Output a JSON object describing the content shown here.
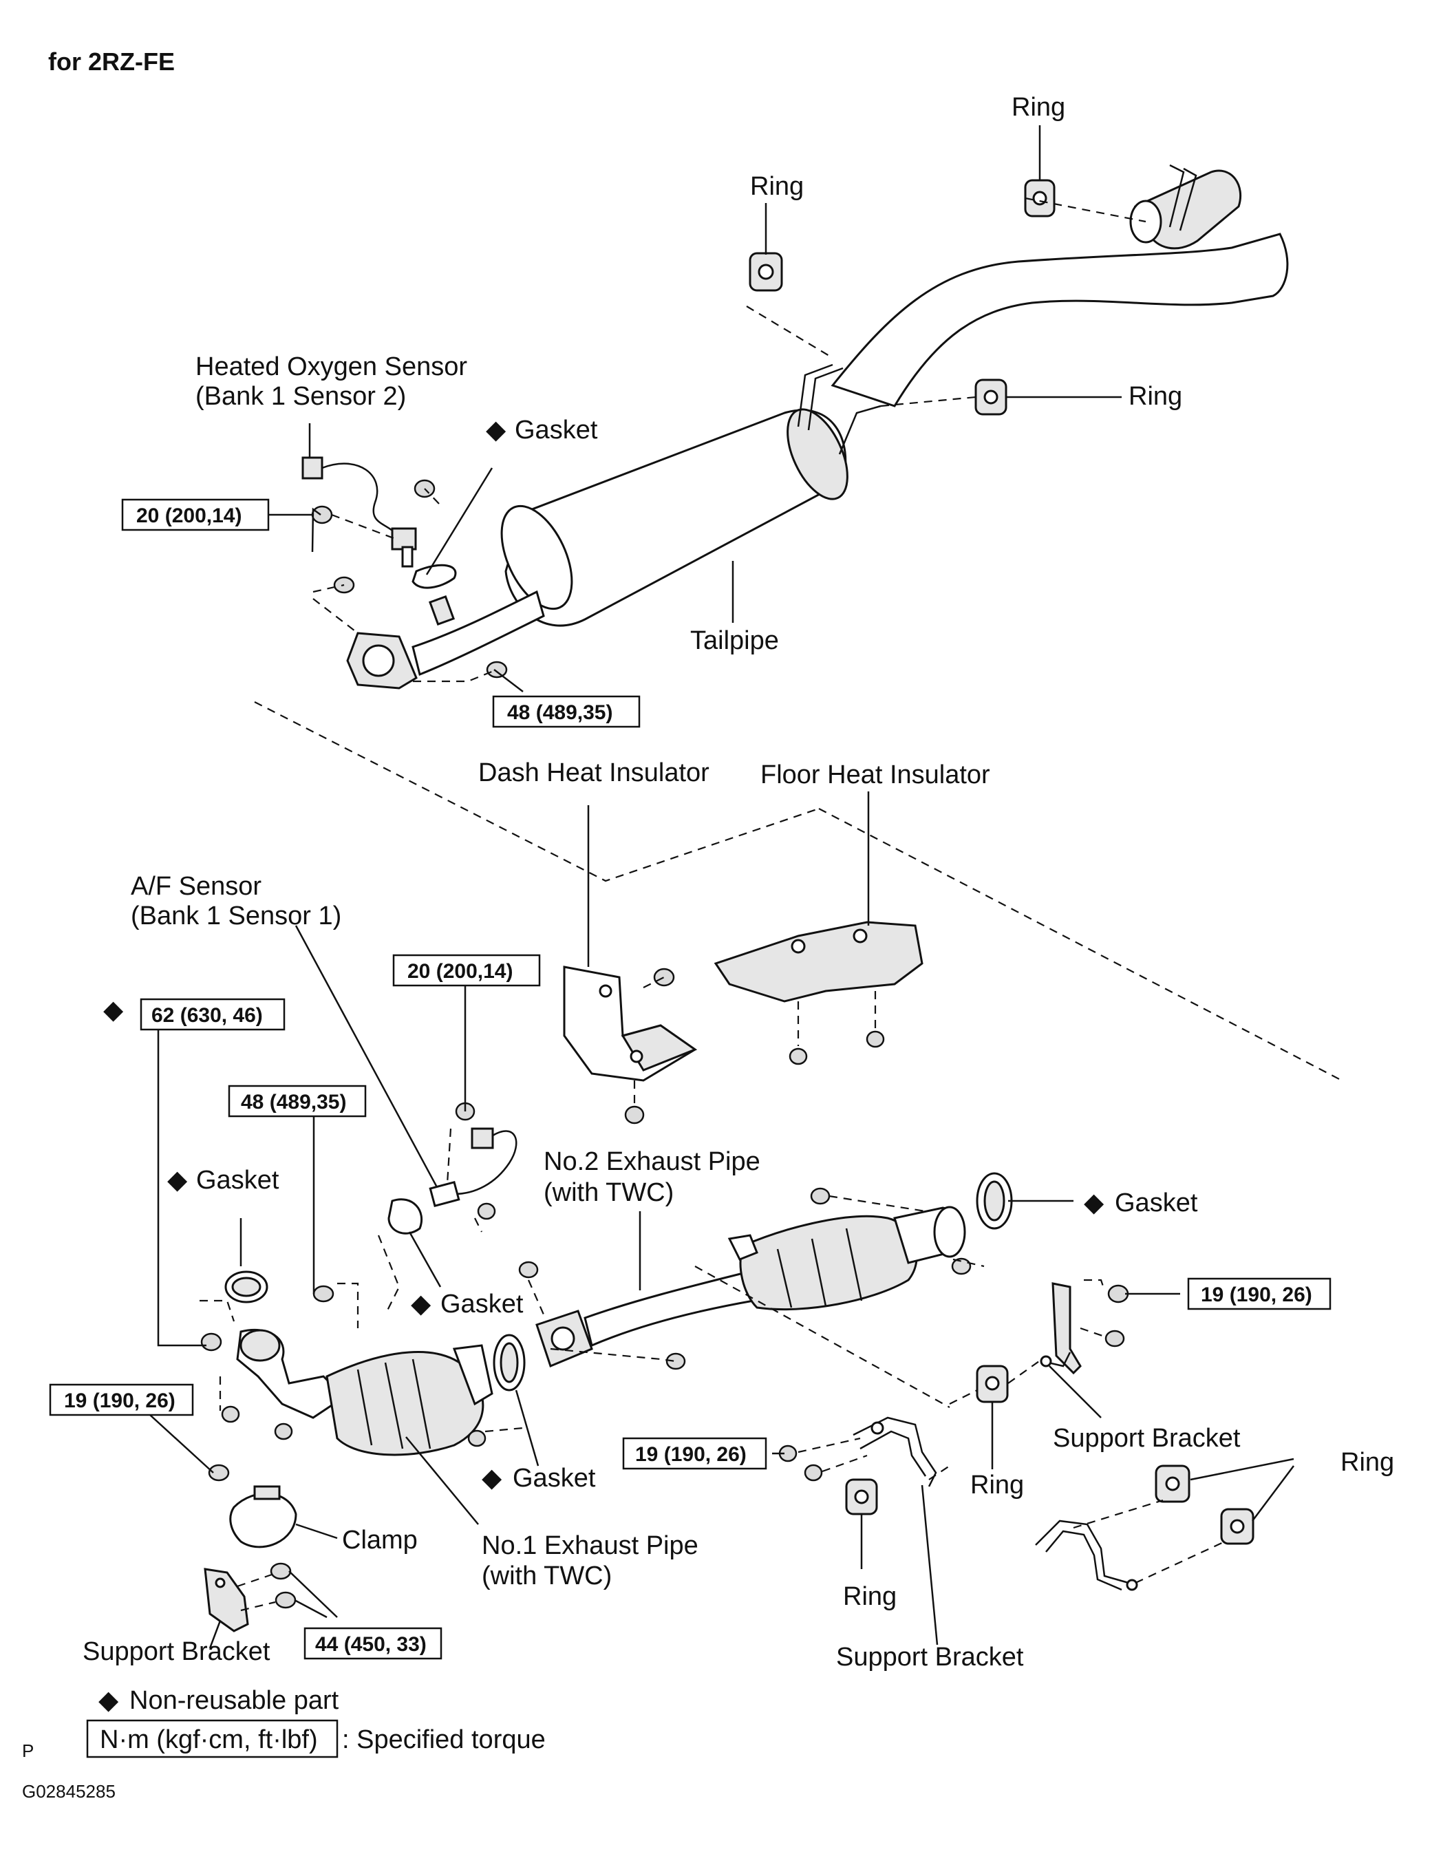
{
  "header": {
    "engine": "for  2RZ-FE"
  },
  "labels": {
    "ring_1": "Ring",
    "ring_2": "Ring",
    "ring_3": "Ring",
    "ring_4": "Ring",
    "ring_5": "Ring",
    "ring_6": "Ring",
    "heated_o2_sensor_l1": "Heated Oxygen Sensor",
    "heated_o2_sensor_l2": "(Bank 1 Sensor 2)",
    "gasket_tailpipe": "Gasket",
    "tailpipe": "Tailpipe",
    "dash_heat_insulator": "Dash Heat Insulator",
    "floor_heat_insulator": "Floor Heat Insulator",
    "af_sensor_l1": "A/F Sensor",
    "af_sensor_l2": "(Bank 1 Sensor 1)",
    "gasket_manifold": "Gasket",
    "gasket_sensor": "Gasket",
    "gasket_no1_outlet": "Gasket",
    "gasket_no2_outlet": "Gasket",
    "no2_exhaust_pipe_l1": "No.2 Exhaust Pipe",
    "no2_exhaust_pipe_l2": "(with TWC)",
    "no1_exhaust_pipe_l1": "No.1 Exhaust Pipe",
    "no1_exhaust_pipe_l2": "(with TWC)",
    "clamp": "Clamp",
    "support_bracket_1": "Support Bracket",
    "support_bracket_2": "Support Bracket",
    "support_bracket_3": "Support Bracket"
  },
  "torques": {
    "t_sensor2_nut": "20 (200,14)",
    "t_tailpipe_bolt": "48 (489,35)",
    "t_af_sensor_nut": "20 (200,14)",
    "t_manifold_nut": "62 (630, 46)",
    "t_no1_stud": "48 (489,35)",
    "t_clamp_bolt": "19 (190, 26)",
    "t_rear_bracket": "19 (190, 26)",
    "t_mid_bracket": "19 (190, 26)",
    "t_support_bracket": "44 (450, 33)"
  },
  "legend": {
    "diamond": "◆",
    "non_reusable": "Non-reusable part",
    "torque_unit": "N·m (kgf·cm, ft·lbf)",
    "specified_torque": ": Specified torque"
  },
  "footer": {
    "page_marker": "P",
    "figure_code": "G02845285"
  }
}
